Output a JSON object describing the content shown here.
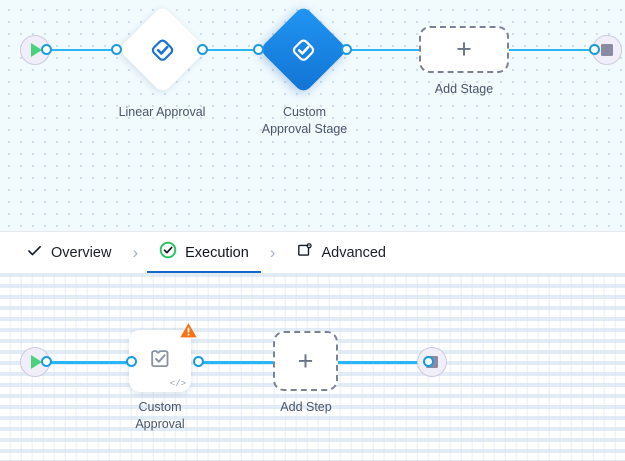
{
  "stage_canvas": {
    "name": "stage-flow-canvas",
    "start_node": {
      "icon": "play-icon",
      "label": ""
    },
    "end_node": {
      "icon": "stop-icon",
      "label": ""
    },
    "nodes": [
      {
        "id": "linear-approval",
        "label": "Linear Approval",
        "icon": "approval-diamond-icon",
        "style": "white-diamond",
        "selected": false
      },
      {
        "id": "custom-approval-stage",
        "label_line1": "Custom",
        "label_line2": "Approval Stage",
        "label": "Custom Approval Stage",
        "icon": "approval-diamond-icon",
        "style": "blue-diamond",
        "selected": true
      },
      {
        "id": "add-stage",
        "label": "Add Stage",
        "icon": "plus-icon",
        "style": "dashed-box"
      }
    ]
  },
  "tabs": {
    "name": "stage-config-tabs",
    "items": [
      {
        "id": "overview",
        "label": "Overview",
        "icon": "check-icon",
        "active": false
      },
      {
        "id": "execution",
        "label": "Execution",
        "icon": "check-circle-icon",
        "active": true
      },
      {
        "id": "advanced",
        "label": "Advanced",
        "icon": "gear-square-icon",
        "active": false
      }
    ],
    "separator": "›",
    "active_underline_color": "#1567c8",
    "check_circle_color": "#22c55e"
  },
  "step_canvas": {
    "name": "step-flow-canvas",
    "start_node": {
      "icon": "play-icon"
    },
    "end_node": {
      "icon": "stop-icon"
    },
    "nodes": [
      {
        "id": "custom-approval",
        "label_line1": "Custom",
        "label_line2": "Approval",
        "label": "Custom Approval",
        "icon": "approval-step-icon",
        "badge": "warning-icon",
        "corner_glyph": "</>",
        "badge_color": "#f97316"
      },
      {
        "id": "add-step",
        "label": "Add Step",
        "icon": "plus-icon",
        "style": "dashed-box"
      }
    ]
  },
  "colors": {
    "edge": "#29b6f6",
    "port_border": "#1a9ae0",
    "stage_accent": "#1273d4",
    "warning": "#f97316",
    "play": "#4cd17b",
    "stop": "#8b8aa3"
  }
}
